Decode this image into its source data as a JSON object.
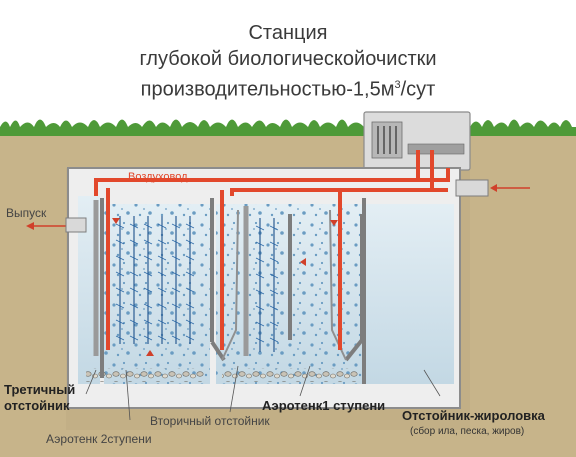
{
  "title": {
    "line1": "Станция",
    "line2": "глубокой биологическойочистки",
    "line3_main": "производительностью-1,5м",
    "line3_sup": "3",
    "line3_tail": "/сут"
  },
  "labels": {
    "air_duct": "Воздуховод",
    "outlet": "Выпуск",
    "tertiary_settler": "Третичный отстойник",
    "tertiary_line1": "Третичный",
    "tertiary_line2": "отстойник",
    "aerotank2": "Аэротенк 2ступени",
    "secondary_settler": "Вторичный отстойник",
    "aerotank1": "Аэротенк1 ступени",
    "grease_trap": "Отстойник-жироловка",
    "grease_trap_note": "(сбор ила, песка, жиров)"
  },
  "colors": {
    "soil": "#c7b48a",
    "grass": "#5aa842",
    "water": "#cfe2ec",
    "air_pipe": "#e2482c",
    "tank_wall": "#e8e8e8",
    "bubble": "#5a8fb8",
    "text": "#222222"
  }
}
